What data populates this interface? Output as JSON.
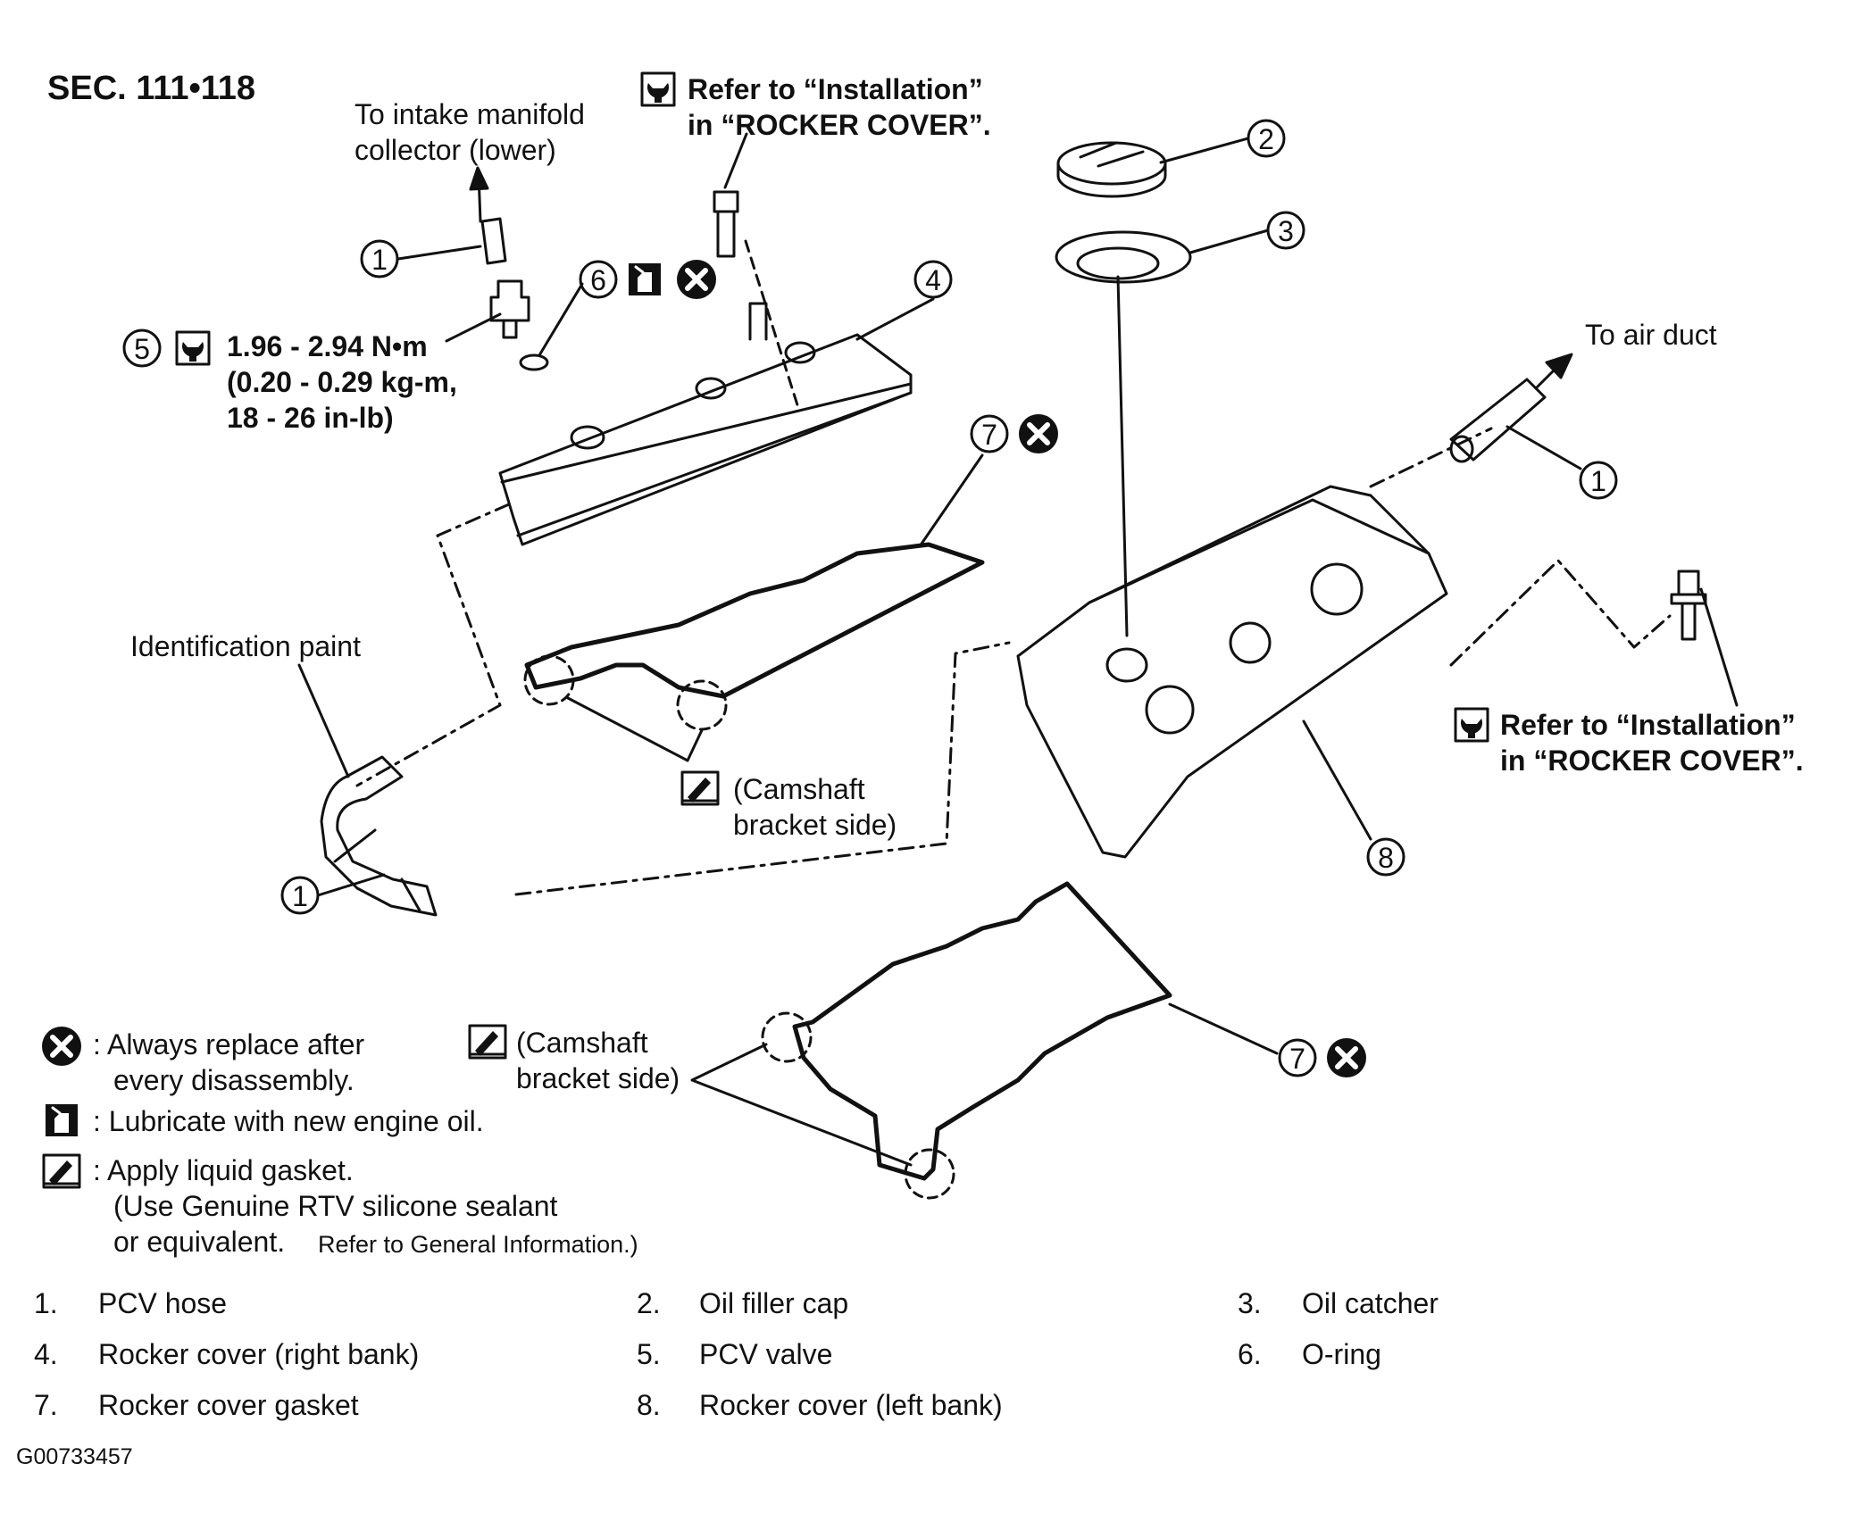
{
  "section": "SEC. 111•118",
  "callouts": {
    "intake": [
      "To intake manifold",
      "collector (lower)"
    ],
    "install_top": [
      "Refer to “Installation”",
      "in “ROCKER COVER”."
    ],
    "install_right": [
      "Refer to “Installation”",
      "in “ROCKER COVER”."
    ],
    "torque": [
      "1.96 - 2.94 N•m",
      "(0.20 - 0.29 kg-m,",
      "18 - 26 in-lb)"
    ],
    "air_duct": "To air duct",
    "id_paint": "Identification paint",
    "camshaft_1": [
      "(Camshaft",
      "bracket side)"
    ],
    "camshaft_2": [
      "(Camshaft",
      "bracket side)"
    ]
  },
  "markers": {
    "m1a": "1",
    "m1b": "1",
    "m1c": "1",
    "m2": "2",
    "m3": "3",
    "m4": "4",
    "m5": "5",
    "m6": "6",
    "m7a": "7",
    "m7b": "7",
    "m8": "8"
  },
  "legend": {
    "replace": [
      ": Always replace after",
      "every disassembly."
    ],
    "lubricate": ": Lubricate with new engine oil.",
    "liquid_gasket": [
      ": Apply liquid gasket.",
      "(Use Genuine RTV silicone sealant",
      "or equivalent.",
      "Refer to General Information.)"
    ]
  },
  "parts": [
    {
      "num": "1.",
      "name": "PCV hose"
    },
    {
      "num": "2.",
      "name": "Oil filler cap"
    },
    {
      "num": "3.",
      "name": "Oil catcher"
    },
    {
      "num": "4.",
      "name": "Rocker cover (right bank)"
    },
    {
      "num": "5.",
      "name": "PCV valve"
    },
    {
      "num": "6.",
      "name": "O-ring"
    },
    {
      "num": "7.",
      "name": "Rocker cover gasket"
    },
    {
      "num": "8.",
      "name": "Rocker cover (left bank)"
    }
  ],
  "figure_code": "G00733457",
  "icons": [
    "replace-x-icon",
    "oil-can-icon",
    "liquid-gasket-icon",
    "torque-wrench-icon",
    "arrow-icon"
  ]
}
